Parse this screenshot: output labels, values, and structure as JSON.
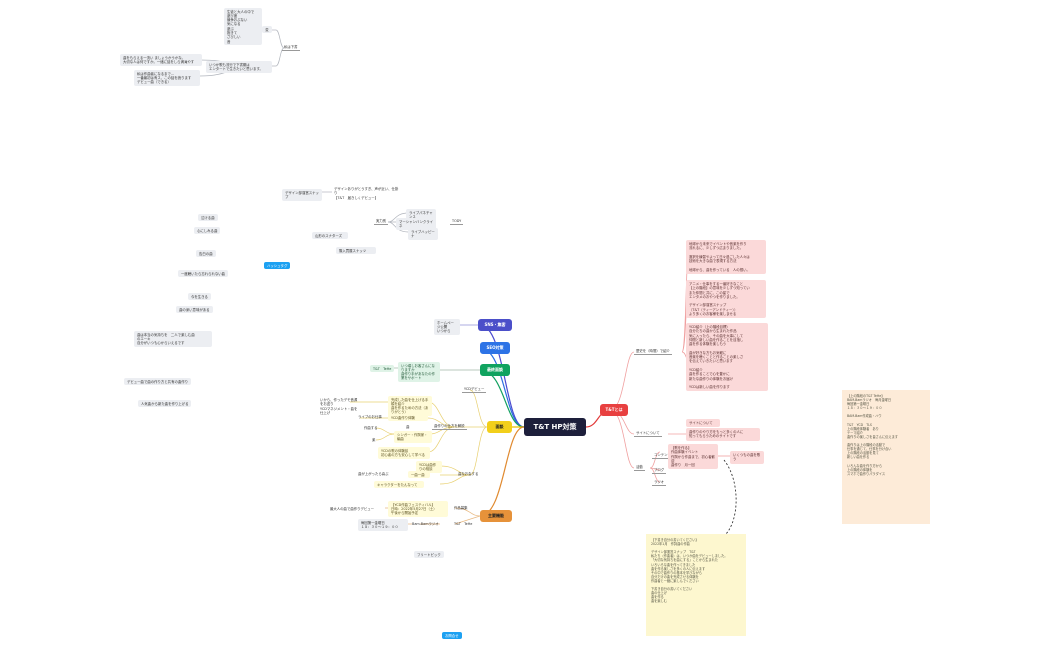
{
  "center": "T&T HP対策",
  "branches": {
    "tt": "T&Tとは",
    "sns": "SNS・集客",
    "seo": "SEO対策",
    "eigyo": "最終面談",
    "koe": "面談",
    "kaisai": "主要機能"
  },
  "tl_cluster": {
    "list": "生徒と大人の中で\n遊び度\n競争おぷない\n気になる\n遊ぶ\n抱きて\nさびしい\n音",
    "label_box": "変",
    "top_label": "私は下書",
    "left_a": "曲をもらえる一流い ましょうかうかな。\n大切な人は何ですか。一緒に話をしら満滝やす",
    "left_b": "私は作曲者になるまで…\n一番最初は有ス、この話を読ります\nデビュー曲（できる）",
    "mid": "いつか歌も流行で下書期は\nエンタートで生きたいと思います。"
  },
  "upper": {
    "gray1": "デザイン部運営スナップ",
    "txt1": "デザインありがとうすぎ、声が近い、仕掛り\n【T&T　届きしくデビュー】",
    "c1": "ライブパネチャンス",
    "c2": "マーシャンバンクライネ",
    "c3": "ライブハッピーナ",
    "hub": "実力別",
    "right": "TODY",
    "below1": "山形のスナターズ",
    "below2": "購入買展スナッツ"
  },
  "left_misc": {
    "a": "泣ける曲",
    "b": "心にしみる曲",
    "c": "告白の曲",
    "d": "一度聴いたら忘れられない曲",
    "e": "今を生きる",
    "f": "曲の深い意味がある",
    "g": "曲は本当の気持ちを　二人で楽しむ曲\nのエーキ\n自分がいつも心からいえるです",
    "h": "デビュー曲で曲の作り方と共有の曲作り",
    "i": "人気曲から新た曲を作り上げる",
    "tag": "ハッシュタグ"
  },
  "sns_side": "ホームページ公開\nいつから",
  "eigyo_side": {
    "tag": "T&T　TeHe",
    "a": "いつ頃しお客さんになりますか\n曲作り手があなたの作業をサポート"
  },
  "koe": {
    "head": "YCDデビュー",
    "sub": "曲作りの仕方を解説",
    "r1a": "いから、作ったデモ音源をお送り\nYCDマネジメント・曲を仕上げ",
    "r1b": "完成した曲を仕上げる手順を紹介\n曲を作るための方法（ありがとう）",
    "r2a": "ライブのお仕事",
    "r2b": "YCD曲作り体験",
    "r3a": "作曲する",
    "r3b": "シンガー・作詞家・編曲",
    "r3c": "楽",
    "r3d": "曲",
    "r4a": "YCDの歌の体験談\n初心者の方も安心して学べる",
    "kaisai_a": "YCDは曲作りの相談",
    "kaisai_b": "曲が上がったら喜ぶ",
    "kaisai_c": "一曲一曲",
    "kaisai_d": "キャラクターをたんなって",
    "kaisai_e": "曲なお会する"
  },
  "kaisai": {
    "a": "【YCD作曲フェスティバル】\n日時：2022年5月27日（土）\n午後から開始予定",
    "a_side": "作品募集",
    "b": "最大人の曲で曲作りデビュー",
    "c": "毎回第一金曜日\n１８：３０〜１９：００",
    "c_mid": "Bam-Bamラジオ",
    "c_right": "T&T　TeHe",
    "free": "フリートピック"
  },
  "tt": {
    "sub1": "歴史を（時間）で紹介",
    "p1": "地球から未来でイベントや音楽を作り\n流れるに、少しずつ広まりました。\n\n選択を練習やよって日々過ごした人々は\n技術を大きな曲で表現する方法\n\n地球から、曲を作っている　人の想い。",
    "p2": "アニメ・仕事をする一番好きなこと\n【上の階段】の意味を少しずつ知ってい\nまた仲間と共に、この星で\nエンタメのおやつを作りました。\n\nデザイン部運営スナップ\n（T&T（ティーアンドティー））\nより多くのお客様を楽しませる",
    "p3": "YCD紹介（上の階段目標）\n自分たちの曲から生まれた作品\n気に入ったら、その曲を大事にして\n仲間と新しい曲を作ることを目指し\n曲を作る体験を楽しもう\n\n曲が好きな方もお気軽に\n音楽を聴くことと作ることの楽しさ\nを伝えていきたいと思います\n\nYCD紹介\n曲を作ることで心を豊かに\n新たな曲作りの体験をお届け\n\nYCDは新しい曲を作ります",
    "sub2": "サイトについて",
    "p4": "曲作りのやり方をもっと多くの人に\n知ってもらうためのサイトです",
    "sub2b": "サイトについて",
    "sub3": "活動",
    "p5": "【歌を作る】\n作曲体験イベント\n作詞から作曲まで、初心者歓迎\n曲作り　月一回",
    "side1": "コンテンツ",
    "side2": "ブログ",
    "side3": "ラジオ",
    "side_link": "いくつもの曲を歌う"
  },
  "note_yellow": "【下書き自分の書いてください】\n2022年1月　作詞曲の作曲\n\nデザイン部運営スナップ　T&T\n私たち（作曲者）は、いつか曲をデビューしました。\n「大切な気持ちを曲にする」ことから生まれた\nいろいろな曲を作ってきました\n曲を作る楽しさを多くの人に伝えます\nその中で曲作りの基本を学びながら\n自分だけの曲を完成させる体験を\n作曲者と一緒に楽しんでください\n\n下書き自分の書いてください\n曲の仕上げ\n曲を作る\n曲を楽しむ",
  "note_orange": "【上の階段のT&T TeHe】\nBAM-Bamラジオ　毎月金曜日\n毎回第一金曜日\n１８：３０〜１９：００\n\nBAM-Bam作成曲・ハウ\n\nT&T　YCD　TLS\n上の階段体験者　あり\nテーマ紹介\n曲作りの楽しさを皆さんに伝えます\n\n曲作りは上の階段の活動で\n仕事を通じて、仕事を分け合い\n上の階段の活動を見て\n新しい曲を作る\n\nいろんな曲を作り方から\n上の階段の体験を\nスマホで曲作りパラダイス",
  "bottom_btn": "お問合せ"
}
